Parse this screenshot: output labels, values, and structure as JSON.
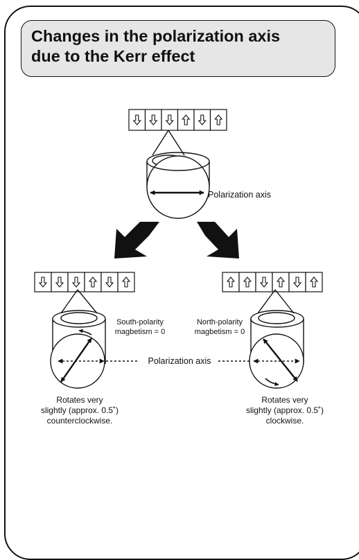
{
  "title": {
    "line1": "Changes in the polarization axis",
    "line2": "due to the Kerr effect"
  },
  "top": {
    "arrows": [
      "down",
      "down",
      "down",
      "up",
      "down",
      "up"
    ],
    "axis_label": "Polarization axis"
  },
  "left": {
    "arrows": [
      "down",
      "down",
      "down",
      "up",
      "down",
      "up"
    ],
    "magnetism_line1": "South-polarity",
    "magnetism_line2": "magbetism = 0",
    "caption_line1": "Rotates very",
    "caption_line2": "slightly (approx. 0.5˚)",
    "caption_line3": "counterclockwise."
  },
  "right": {
    "arrows": [
      "up",
      "up",
      "down",
      "up",
      "down",
      "up"
    ],
    "magnetism_line1": "North-polarity",
    "magnetism_line2": "magbetism = 0",
    "caption_line1": "Rotates very",
    "caption_line2": "slightly (approx. 0.5˚)",
    "caption_line3": "clockwise."
  },
  "middle_axis_label": "Polarization axis",
  "colors": {
    "title_background": "#e6e6e6",
    "ink": "#111111"
  }
}
